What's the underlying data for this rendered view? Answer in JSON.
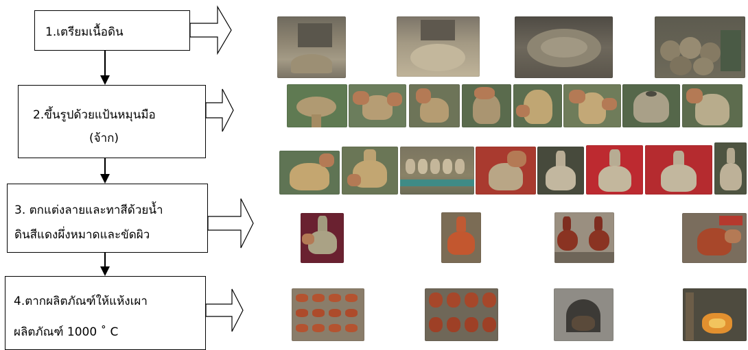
{
  "steps": [
    {
      "id": 1,
      "lines": [
        "1.เตรียมเนื้อดิน"
      ]
    },
    {
      "id": 2,
      "lines": [
        "2.ขึ้นรูปด้วยแป้นหมุนมือ",
        "(จ้าก)"
      ]
    },
    {
      "id": 3,
      "lines": [
        "3. ตกแต่งลายและทาสีด้วยน้ำ",
        "ดินสีแดงผึ่งหมาดและขัดผิว"
      ]
    },
    {
      "id": 4,
      "lines": [
        "4.ตากผลิตภัณฑ์ให้แห้งเผา",
        "ผลิตภัณฑ์ 1000 ˚ C"
      ]
    }
  ],
  "photo_rows": [
    {
      "step": 1,
      "photos": [
        "clay-pile-photo",
        "clay-sifting-photo",
        "clay-mixing-pit-photo",
        "clay-lumps-photo"
      ]
    },
    {
      "step": 2,
      "photos": [
        "wheel-throwing-photo",
        "wheel-throwing-photo",
        "wheel-throwing-photo",
        "wheel-throwing-photo",
        "wheel-throwing-photo",
        "wheel-throwing-photo",
        "wheel-throwing-photo",
        "wheel-throwing-photo"
      ]
    },
    {
      "step": 2,
      "photos": [
        "vase-shaping-photo",
        "vase-shaping-photo",
        "drying-pots-photo",
        "vase-shaping-photo",
        "vase-shaping-photo",
        "vase-shaping-photo",
        "vase-shaping-photo",
        "vase-shaping-photo"
      ]
    },
    {
      "step": 3,
      "photos": [
        "decorating-photo",
        "red-slip-vase-photo",
        "polished-vases-photo",
        "burnishing-photo"
      ]
    },
    {
      "step": 4,
      "photos": [
        "sun-drying-photo",
        "sun-drying-photo",
        "kiln-firing-photo",
        "kiln-firing-photo"
      ]
    }
  ],
  "colors": {
    "clay_light": "#b9a98a",
    "clay_wet": "#a08a66",
    "terracotta": "#b5532f",
    "polished_red": "#8a3322",
    "fabric_green": "#5f7a52",
    "shirt_red": "#c0272d",
    "kiln_fire": "#e2902f"
  }
}
